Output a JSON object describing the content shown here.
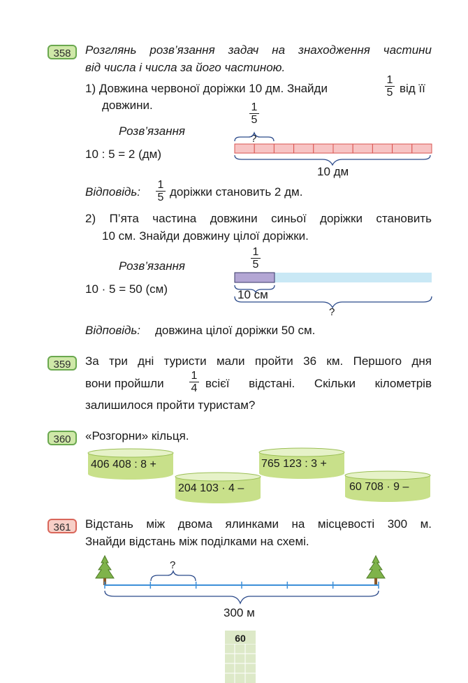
{
  "task358": {
    "number": "358",
    "intro_line1": "Розглянь розв’язання задач на знаходження частини",
    "intro_line2": "від числа і числа за його частиною.",
    "part1": {
      "line1": "1) Довжина червоної доріжки 10 дм. Знайди",
      "frac_num": "1",
      "frac_den": "5",
      "line1_end": "від її",
      "line2": "довжини.",
      "solution_label": "Розв’язання",
      "equation": "10 : 5 = 2 (дм)",
      "diagram_frac_num": "1",
      "diagram_frac_den": "5",
      "diagram_question": "?",
      "diagram_total": "10 дм",
      "segments": 10,
      "answer_label": "Відповідь:",
      "answer_frac_num": "1",
      "answer_frac_den": "5",
      "answer_text": "доріжки становить 2 дм."
    },
    "part2": {
      "line1": "2) П’ята частина довжини синьої доріжки становить",
      "line2": "10 см. Знайди довжину цілої доріжки.",
      "solution_label": "Розв’язання",
      "equation": "10 · 5 = 50 (см)",
      "diagram_frac_num": "1",
      "diagram_frac_den": "5",
      "diagram_part": "10 см",
      "diagram_question": "?",
      "answer_label": "Відповідь:",
      "answer_text": "довжина цілої доріжки 50 см."
    }
  },
  "task359": {
    "number": "359",
    "line1": "За три дні туристи мали пройти 36 км. Першого дня",
    "line2_start": "вони пройшли",
    "frac_num": "1",
    "frac_den": "4",
    "line2_end": "всієї відстані. Скільки кілометрів",
    "line3": "залишилося пройти туристам?"
  },
  "task360": {
    "number": "360",
    "text": "«Розгорни» кільця.",
    "rings": [
      {
        "expr": "406 408 : 8",
        "sign": "+"
      },
      {
        "expr": "204 103 · 4",
        "sign": "–"
      },
      {
        "expr": "765 123 : 3",
        "sign": "+"
      },
      {
        "expr": "60 708 · 9",
        "sign": "–"
      }
    ]
  },
  "task361": {
    "number": "361",
    "line1": "Відстань між двома ялинками на місцевості 300 м.",
    "line2": "Знайди відстань між поділками на схемі.",
    "diagram_question": "?",
    "diagram_total": "300 м"
  },
  "page_number": "60",
  "colors": {
    "badge_green": "#cfe8a8",
    "badge_red": "#f7cfc7",
    "red_track": "#f7c4c4",
    "blue_track": "#c9e8f5",
    "purple_part": "#b3a6d4",
    "ring_green": "#c8e08a",
    "scale_blue": "#3c8fd8"
  }
}
